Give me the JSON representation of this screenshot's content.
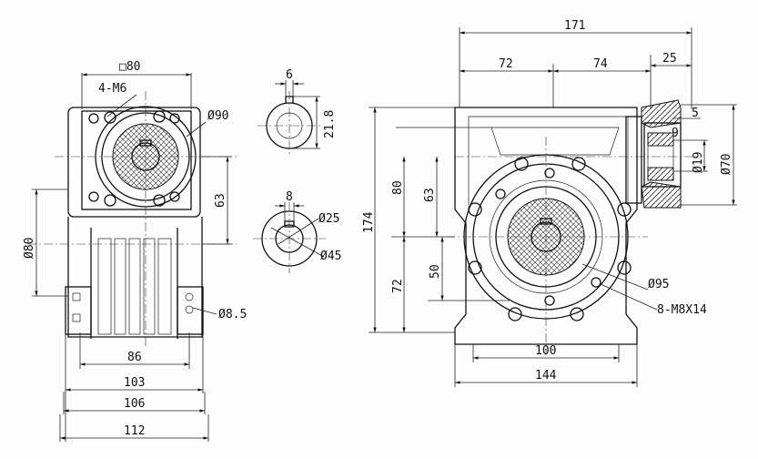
{
  "left_view": {
    "square_flange": "□80",
    "bolt_holes": "4-M6",
    "flange_diameter": "Ø90",
    "center_height": "63",
    "body_diameter": "Ø80",
    "foot_hole": "Ø8.5",
    "widths": [
      "86",
      "103",
      "106",
      "112"
    ]
  },
  "keyway_views": {
    "input_key_width": "6",
    "input_key_depth": "21.8",
    "output_key_width": "8",
    "output_bore": "Ø25",
    "output_hub": "Ø45"
  },
  "right_view": {
    "overall_width": "171",
    "left_offset": "72",
    "right_offset": "74",
    "input_length": "25",
    "input_step": "5",
    "input_depth": "9",
    "input_bore": "Ø19",
    "input_flange": "Ø70",
    "overall_height": "174",
    "upper_height": "80",
    "upper_center": "63",
    "lower_center": "50",
    "lower_height": "72",
    "pcd": "Ø95",
    "threaded_holes": "8-M8X14",
    "base_inner": "100",
    "base_outer": "144"
  }
}
